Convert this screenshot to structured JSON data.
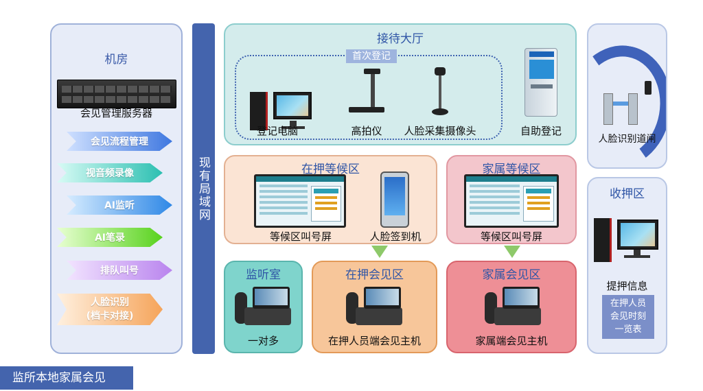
{
  "server_room": {
    "title": "机房",
    "server_label": "会见管理服务器",
    "tags": [
      "会见流程管理",
      "视音频录像",
      "AI监听",
      "AI笔录",
      "排队叫号",
      "人脸识别",
      "(档卡对接)"
    ]
  },
  "lan": {
    "label": "现有局域网"
  },
  "reception": {
    "title": "接待大厅",
    "first_reg": "首次登记",
    "items": [
      "登记电脑",
      "高拍仪",
      "人脸采集摄像头",
      "自助登记"
    ]
  },
  "gate": {
    "label": "人脸识别道闸"
  },
  "detainee_wait": {
    "title": "在押等候区",
    "screen_label": "等候区叫号屏",
    "checkin_label": "人脸签到机"
  },
  "family_wait": {
    "title": "家属等候区",
    "screen_label": "等候区叫号屏"
  },
  "monitor": {
    "title": "监听室",
    "label": "一对多"
  },
  "detainee_meet": {
    "title": "在押会见区",
    "label": "在押人员端会见主机"
  },
  "family_meet": {
    "title": "家属会见区",
    "label": "家属端会见主机"
  },
  "holding": {
    "title": "收押区",
    "label": "提押信息",
    "info_lines": [
      "在押人员",
      "会见时刻",
      "一览表"
    ]
  },
  "footer": {
    "label": "监所本地家属会见"
  },
  "colors": {
    "lan_bar": "#4464ad",
    "reception_bg": "#d4ecec",
    "detainee_bg": "#fbe4d4",
    "family_bg": "#f3c6cc",
    "monitor_bg": "#7fd4cc",
    "dmeet_bg": "#f7c69a",
    "fmeet_bg": "#ee8f96",
    "side_bg": "#e7ecf8"
  }
}
